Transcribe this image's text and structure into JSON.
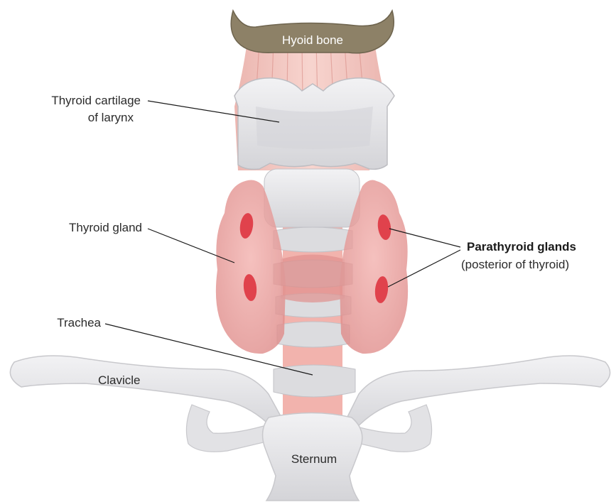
{
  "labels": {
    "hyoid_bone": "Hyoid bone",
    "thyroid_cartilage_line1": "Thyroid cartilage",
    "thyroid_cartilage_line2": "of larynx",
    "thyroid_gland": "Thyroid gland",
    "parathyroid_glands": "Parathyroid glands",
    "parathyroid_note": "(posterior of thyroid)",
    "trachea": "Trachea",
    "clavicle": "Clavicle",
    "sternum": "Sternum"
  },
  "colors": {
    "bone": "#e6e6e8",
    "bone_shade": "#cfcfd3",
    "hyoid": "#8d8167",
    "muscle": "#efb8b0",
    "thyroid": "#e99a98",
    "parathyroid": "#e0424c",
    "trachea_ring": "#dcdcdf",
    "trachea_gap": "#f2b3ad"
  }
}
